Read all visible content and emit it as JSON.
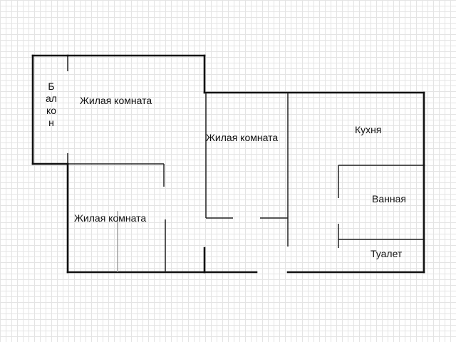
{
  "rooms": {
    "balcony": "Балкон",
    "living_room_1": "Жилая комната",
    "living_room_2": "Жилая комната",
    "living_room_3": "Жилая комната",
    "kitchen": "Кухня",
    "bathroom": "Ванная",
    "toilet": "Туалет"
  },
  "colors": {
    "wall": "#111111",
    "grid": "#e4e4e4",
    "background": "#ffffff"
  }
}
